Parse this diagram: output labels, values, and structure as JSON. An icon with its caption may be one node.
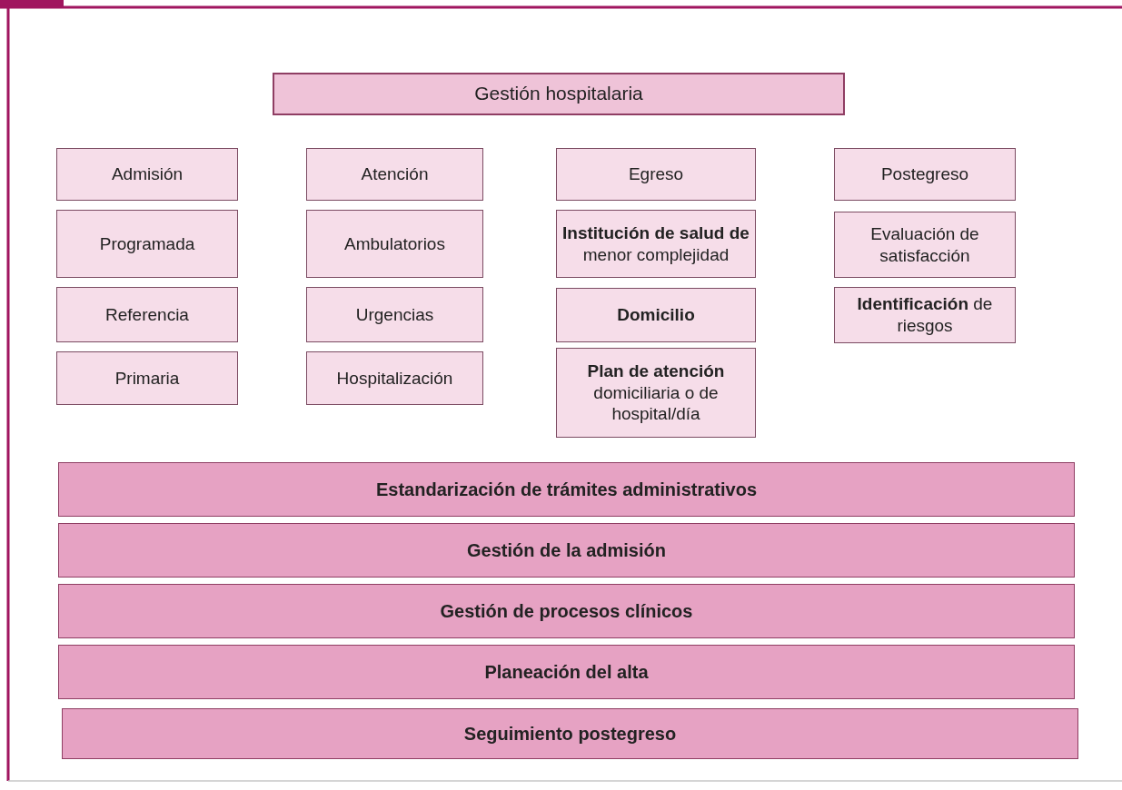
{
  "diagram": {
    "nodes": [
      {
        "text": [
          "Gestión hospitalaria"
        ]
      },
      {
        "text": [
          "Admisión"
        ]
      },
      {
        "text": [
          "Atención"
        ]
      },
      {
        "text": [
          "Egreso"
        ]
      },
      {
        "text": [
          "Postegreso"
        ]
      },
      {
        "text": [
          "Programada"
        ]
      },
      {
        "text": [
          "Ambulatorios"
        ]
      },
      {
        "text": [
          "**Institución de salud de** menor complejidad"
        ]
      },
      {
        "text": [
          "Evaluación de satisfacción"
        ]
      },
      {
        "text": [
          "Referencia"
        ]
      },
      {
        "text": [
          "Urgencias"
        ]
      },
      {
        "text": [
          "**Domicilio**"
        ]
      },
      {
        "text": [
          "**Identificación** de riesgos"
        ]
      },
      {
        "text": [
          "Primaria"
        ]
      },
      {
        "text": [
          "Hospitalización"
        ]
      },
      {
        "text": [
          "**Plan de atención** domiciliaria o de hospital/día"
        ]
      },
      {
        "text": [
          "Estandarización de trámites administrativos"
        ]
      },
      {
        "text": [
          "Gestión de la admisión"
        ]
      },
      {
        "text": [
          "Gestión de procesos clínicos"
        ]
      },
      {
        "text": [
          "Planeación del alta"
        ]
      },
      {
        "text": [
          "Seguimiento postegreso"
        ]
      }
    ]
  }
}
